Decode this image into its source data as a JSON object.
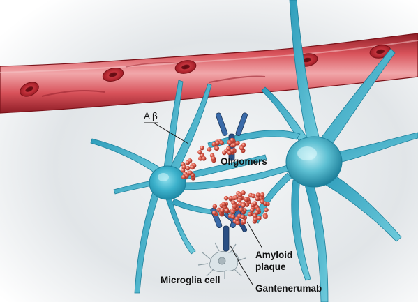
{
  "labels": {
    "abeta": "A β",
    "oligomers": "Oligomers",
    "amyloid_line1": "Amyloid",
    "amyloid_line2": "plaque",
    "microglia": "Microglia cell",
    "gantenerumab": "Gantenerumab"
  },
  "colors": {
    "vessel_wall": "#c8323b",
    "vessel_inner": "#e07a80",
    "red_cell": "#b5202a",
    "neuron_dark": "#1f8aa6",
    "neuron_light": "#7fd0df",
    "antibody": "#2b4f83",
    "particle": "#d9574a",
    "microglia": "#b9c6cc",
    "background": "#d8dde0"
  },
  "icons": {
    "antibody": "antibody-y-shape",
    "particle": "amyloid-particle",
    "red_blood_cell": "erythrocyte"
  }
}
